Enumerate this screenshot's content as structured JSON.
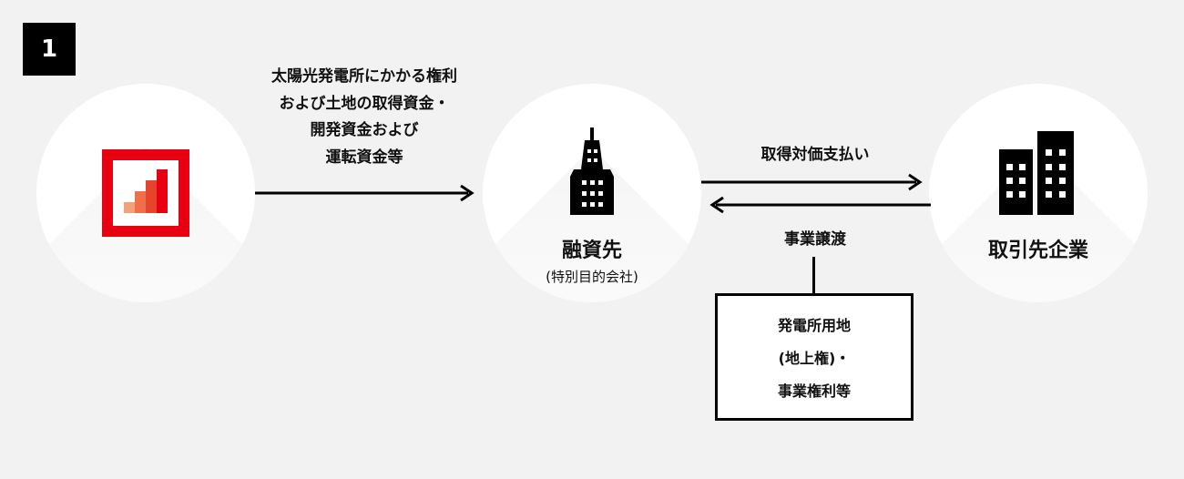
{
  "step_number": "1",
  "funding_label": [
    "太陽光発電所にかかる権利",
    "および土地の取得資金・",
    "開発資金および",
    "運転資金等"
  ],
  "spv": {
    "name": "融資先",
    "sub": "(特別目的会社)"
  },
  "partner": {
    "name": "取引先企業"
  },
  "payment_label": "取得対価支払い",
  "transfer_label": "事業譲渡",
  "assets_box": [
    "発電所用地",
    "(地上権)・",
    "事業権利等"
  ],
  "colors": {
    "brand_red": "#e60012",
    "background": "#f2f2f2"
  }
}
